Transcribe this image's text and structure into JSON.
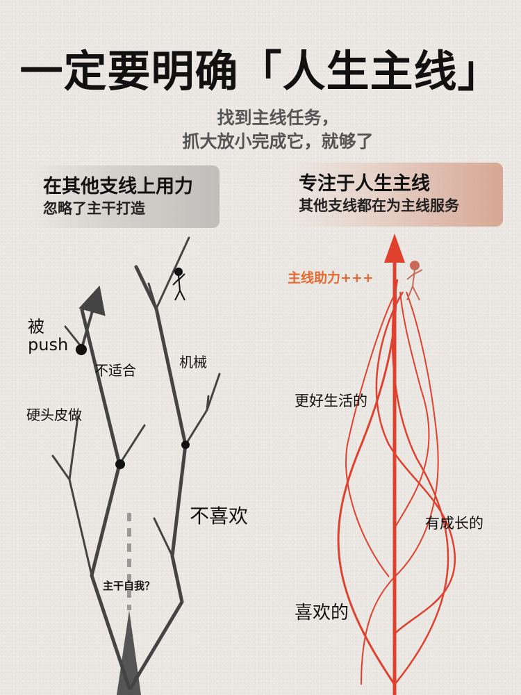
{
  "title": "一定要明确「人生主线」",
  "subtitle": {
    "line1": "找到主线任务，",
    "line2": "抓大放小完成它，就够了"
  },
  "left": {
    "heading": "在其他支线上用力",
    "subheading": "忽略了主干打造",
    "labels": {
      "pushed": "被",
      "push": "push",
      "not_suitable": "不适合",
      "forced": "硬头皮做",
      "mechanical": "机械",
      "dislike": "不喜欢",
      "trunk_self": "主干自我？"
    }
  },
  "right": {
    "heading": "专注于人生主线",
    "subheading": "其他支线都在为主线服务",
    "labels": {
      "boost": "主线助力+++",
      "better_life": "更好生活的",
      "growth": "有成长的",
      "like": "喜欢的"
    }
  },
  "colors": {
    "left_line": "#444444",
    "right_line": "#e0402e",
    "boost_text": "#e06a32",
    "figure_right": "#c86a5a"
  }
}
